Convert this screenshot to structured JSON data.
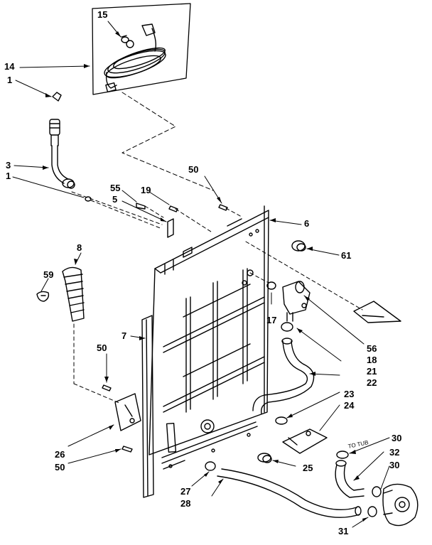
{
  "diagram": {
    "labels": {
      "p15": "15",
      "p14": "14",
      "p1a": "1",
      "p3": "3",
      "p1b": "1",
      "p50a": "50",
      "p55": "55",
      "p5": "5",
      "p19": "19",
      "p6": "6",
      "p61": "61",
      "p8": "8",
      "p59": "59",
      "p17": "17",
      "p56": "56",
      "p18": "18",
      "p21": "21",
      "p22": "22",
      "p7": "7",
      "p50b": "50",
      "p23": "23",
      "p24": "24",
      "p26": "26",
      "p50c": "50",
      "p25": "25",
      "p30a": "30",
      "p32": "32",
      "p30b": "30",
      "p27": "27",
      "p28": "28",
      "p31": "31"
    },
    "annotation_to_tub": "TO TUB"
  },
  "colors": {
    "ink": "#000000",
    "paper": "#ffffff"
  }
}
